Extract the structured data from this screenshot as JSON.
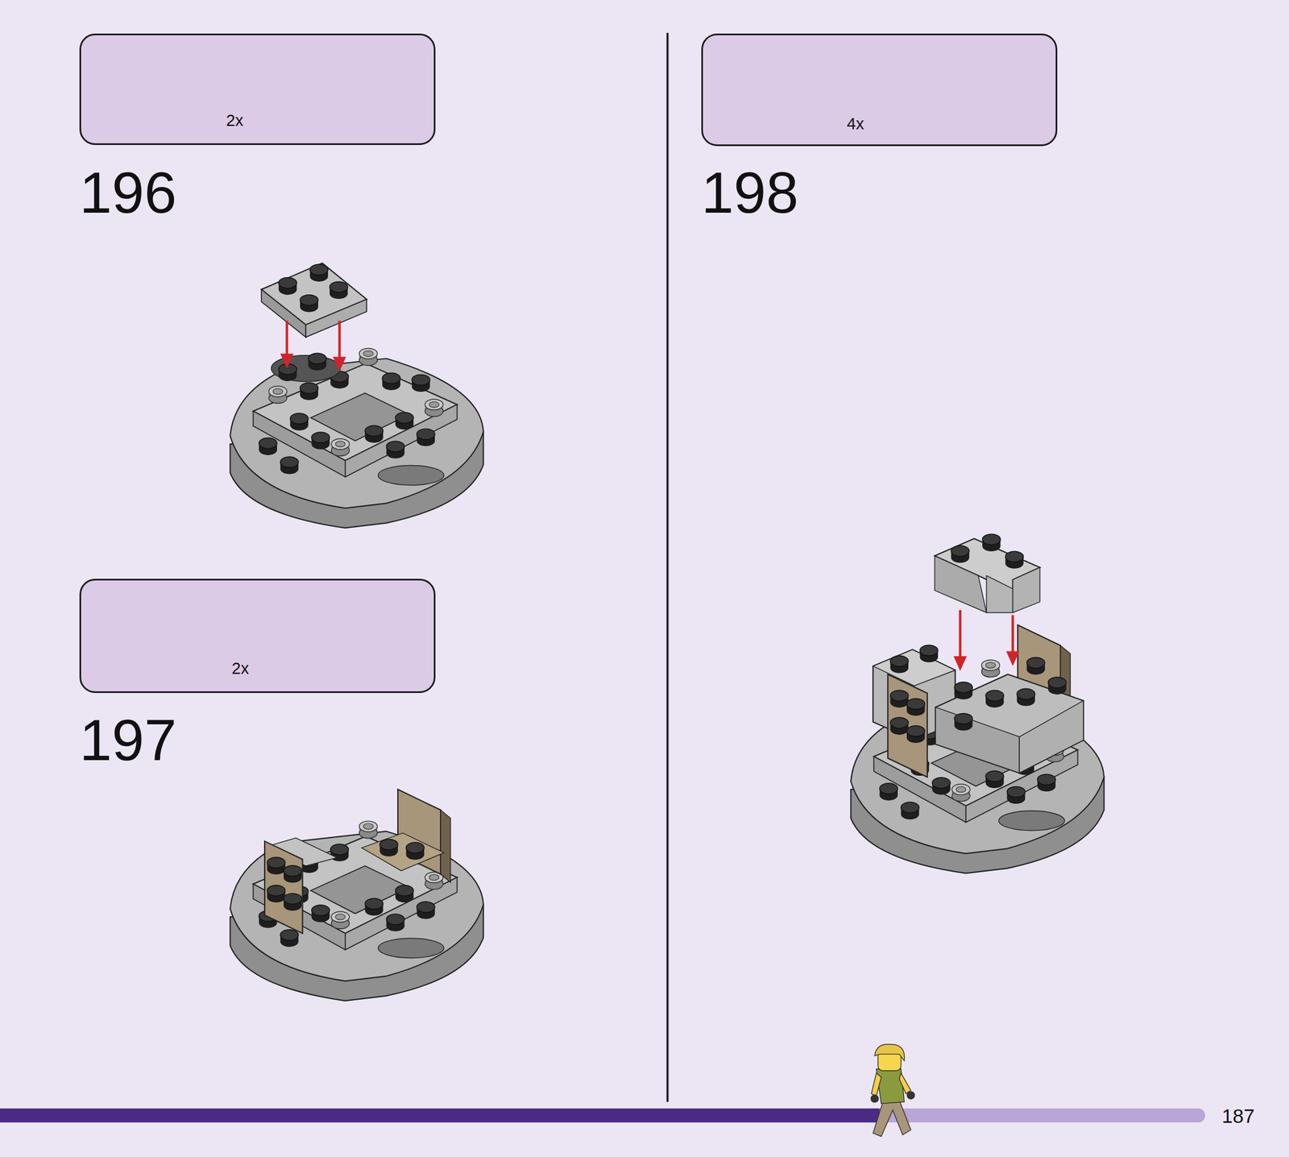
{
  "diagram": {
    "nodes": [
      {
        "text": [
          "2x"
        ]
      },
      {
        "text": [
          "2x"
        ]
      },
      {
        "text": [
          "4x"
        ]
      }
    ],
    "labels": [
      "196",
      "197",
      "198",
      "187"
    ]
  }
}
